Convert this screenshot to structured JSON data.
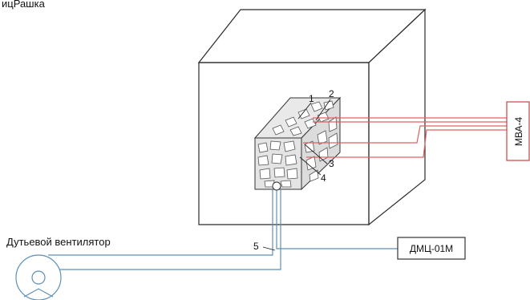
{
  "header_fragment": "ицРашка",
  "labels": {
    "fan": "Дутьевой вентилятор",
    "analyzer": "МВА-4",
    "meter": "ДМЦ-01М"
  },
  "markers": {
    "m1": "1",
    "m2": "2",
    "m3": "3",
    "m4": "4",
    "m5": "5"
  },
  "colors": {
    "outline": "#2b2b2b",
    "gas_lines": "#e06060",
    "air_lines": "#5e8fb8",
    "background": "#ffffff"
  }
}
